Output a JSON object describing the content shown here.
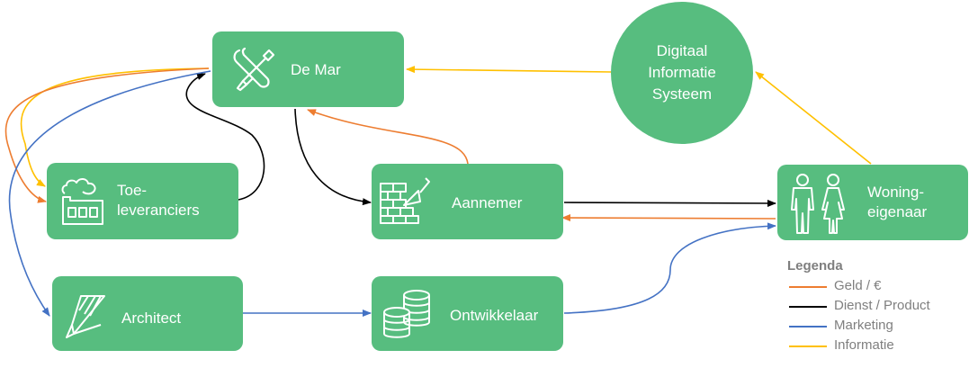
{
  "nodes": {
    "demar": "De Mar",
    "toeleveranciers": "Toe-\nleveranciers",
    "aannemer": "Aannemer",
    "woningeigenaar": "Woning-\neigenaar",
    "architect": "Architect",
    "ontwikkelaar": "Ontwikkelaar",
    "dis": "Digitaal\nInformatie\nSysteem"
  },
  "icons": {
    "demar": "tools-icon",
    "toeleveranciers": "factory-icon",
    "aannemer": "brick-wall-trowel-icon",
    "woningeigenaar": "people-icon",
    "architect": "pencil-icon",
    "ontwikkelaar": "coins-icon"
  },
  "colors": {
    "node_fill": "#57bd7f",
    "geld": "#ed7d31",
    "dienst": "#000000",
    "marketing": "#4472c4",
    "informatie": "#ffc000"
  },
  "legend": {
    "title": "Legenda",
    "items": [
      {
        "label": "Geld / €",
        "color": "#ed7d31"
      },
      {
        "label": "Dienst / Product",
        "color": "#000000"
      },
      {
        "label": "Marketing",
        "color": "#4472c4"
      },
      {
        "label": "Informatie",
        "color": "#ffc000"
      }
    ]
  }
}
